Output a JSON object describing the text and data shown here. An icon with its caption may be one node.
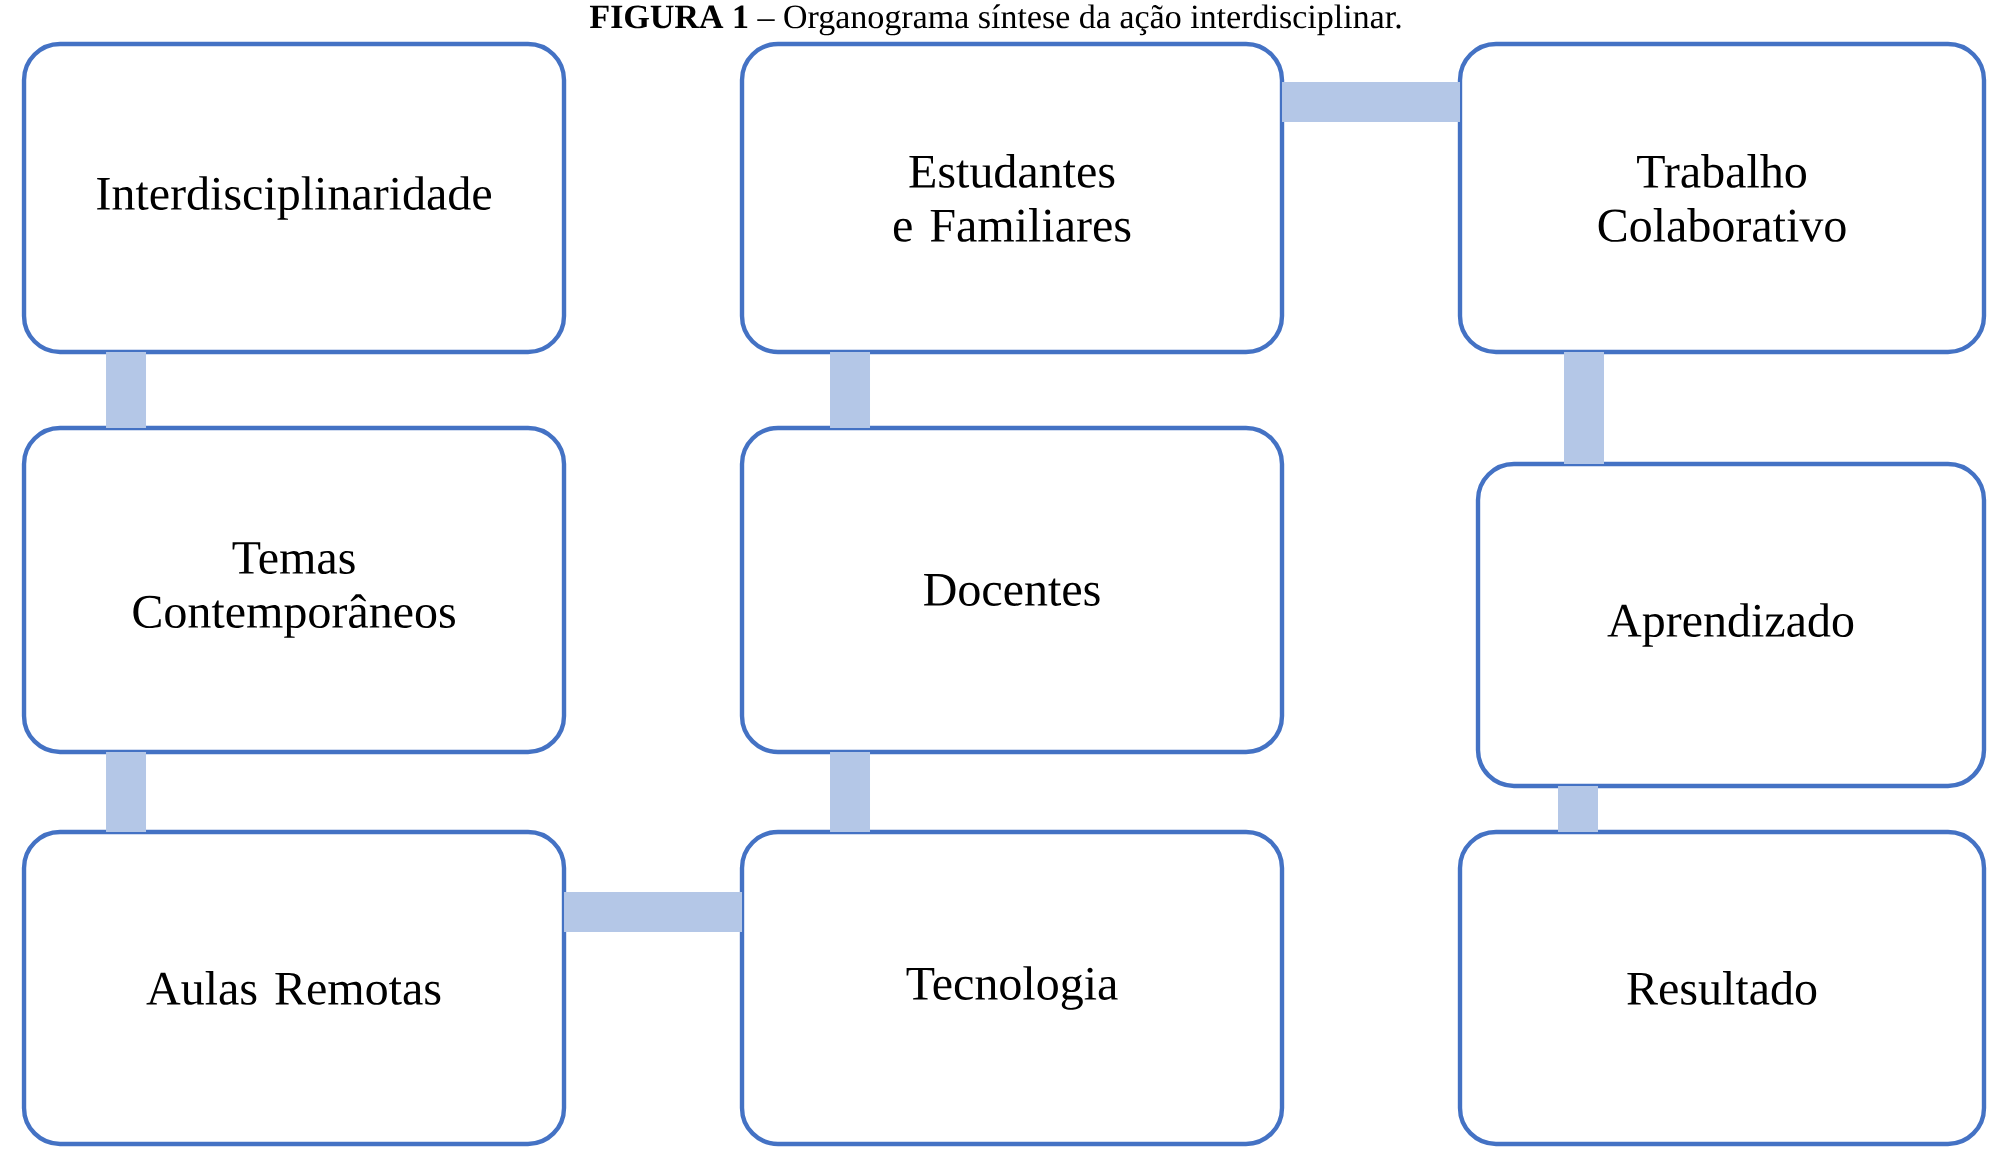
{
  "diagram": {
    "title": "**FIGURA 1** – Organograma síntese da ação interdisciplinar.",
    "nodes": [
      {
        "text": [
          "Interdisciplinaridade"
        ]
      },
      {
        "text": [
          "Temas Contemporâneos"
        ]
      },
      {
        "text": [
          "Aulas Remotas"
        ]
      },
      {
        "text": [
          "Estudantes e Familiares"
        ]
      },
      {
        "text": [
          "Docentes"
        ]
      },
      {
        "text": [
          "Tecnologia"
        ]
      },
      {
        "text": [
          "Trabalho Colaborativo"
        ]
      },
      {
        "text": [
          "Aprendizado"
        ]
      },
      {
        "text": [
          "Resultado"
        ]
      }
    ],
    "edges": [
      {
        "from": 0,
        "to": 1,
        "arrow": "none"
      },
      {
        "from": 1,
        "to": 2,
        "arrow": "none"
      },
      {
        "from": 2,
        "to": 5,
        "arrow": "none"
      },
      {
        "from": 5,
        "to": 4,
        "arrow": "none"
      },
      {
        "from": 4,
        "to": 3,
        "arrow": "none"
      },
      {
        "from": 3,
        "to": 6,
        "arrow": "none"
      },
      {
        "from": 6,
        "to": 7,
        "arrow": "none"
      },
      {
        "from": 7,
        "to": 8,
        "arrow": "none"
      }
    ]
  }
}
